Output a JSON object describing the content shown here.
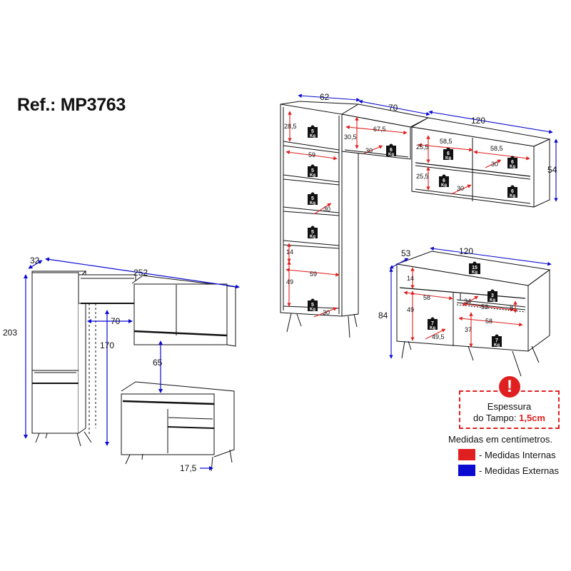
{
  "reference": "Ref.: MP3763",
  "tampo": {
    "line1": "Espessura",
    "line2_prefix": "do Tampo: ",
    "line2_value": "1,5cm"
  },
  "legend": {
    "title": "Medidas em centímetros.",
    "internal": "- Medidas Internas",
    "external": "- Medidas Externas",
    "internal_color": "#e02020",
    "external_color": "#0a0ad0"
  },
  "weight_unit": "Kg",
  "overview": {
    "w_depth": "32",
    "w_total": "252",
    "h_total": "203",
    "w_gap": "70",
    "h_gap": "170",
    "h_clear": "65",
    "h_leg": "17,5"
  },
  "tall_unit": {
    "w_outer": "62",
    "w_inner": "59",
    "h_top": "28,5",
    "h_mid": "14",
    "h_low": "49",
    "depth": "30",
    "weights": [
      "5",
      "5",
      "5",
      "5",
      "5"
    ]
  },
  "upper_small": {
    "w_outer": "70",
    "w_inner": "67,5",
    "h": "30,5",
    "depth": "30",
    "weight": "6"
  },
  "upper_large": {
    "w_outer": "120",
    "h_outer": "54",
    "w_inner": "58,5",
    "h_inner": "25,5",
    "depth": "30",
    "weights": [
      "6",
      "6",
      "6",
      "6"
    ]
  },
  "base_unit": {
    "w_outer": "120",
    "depth_outer": "53",
    "h_outer": "84",
    "w_left": "58",
    "w_drawer": "53",
    "w_right": "58",
    "h_top": "14",
    "h_left": "49",
    "h_right": "37",
    "h_drawer": "8",
    "d_drawer": "34",
    "d_left": "49,5",
    "w_top": "15",
    "w_drawer_load": "3",
    "w_left_load": "7",
    "w_right_load": "7"
  }
}
